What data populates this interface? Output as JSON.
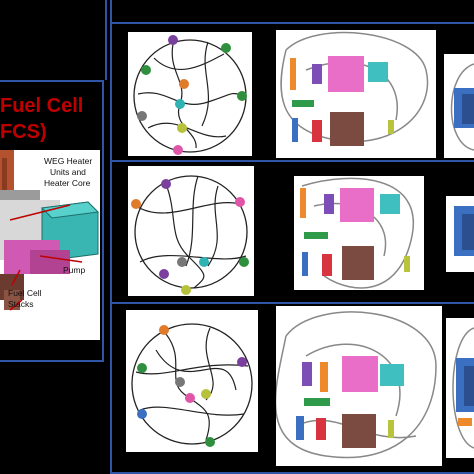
{
  "fcs": {
    "title_line1": "Fuel Cell",
    "title_line2": "FCS)",
    "labels": {
      "weg_1": "WEG Heater",
      "weg_2": "Units  and",
      "weg_3": "Heater Core",
      "pump": "Pump",
      "fc_1": "Fuel Cell",
      "fc_2": "Stacks"
    }
  },
  "colors": {
    "frame": "#2f56a6",
    "fcs_title": "#c00000",
    "node_purple": "#7b3f9e",
    "node_teal": "#2fb3b3",
    "node_green": "#2f8f3f",
    "node_orange": "#e07b2a",
    "node_pink": "#e055a8",
    "node_yellow": "#b7c23a",
    "node_gray": "#777777",
    "comp_pink": "#e86ec8",
    "comp_teal": "#3fbfc0",
    "comp_brown": "#7b4a40",
    "comp_red": "#d8343f",
    "comp_green": "#2f9a4a",
    "comp_blue": "#3a6fc2",
    "comp_orange": "#ee8a2b",
    "comp_purple": "#7d4fb6",
    "comp_olive": "#b8c43b"
  }
}
